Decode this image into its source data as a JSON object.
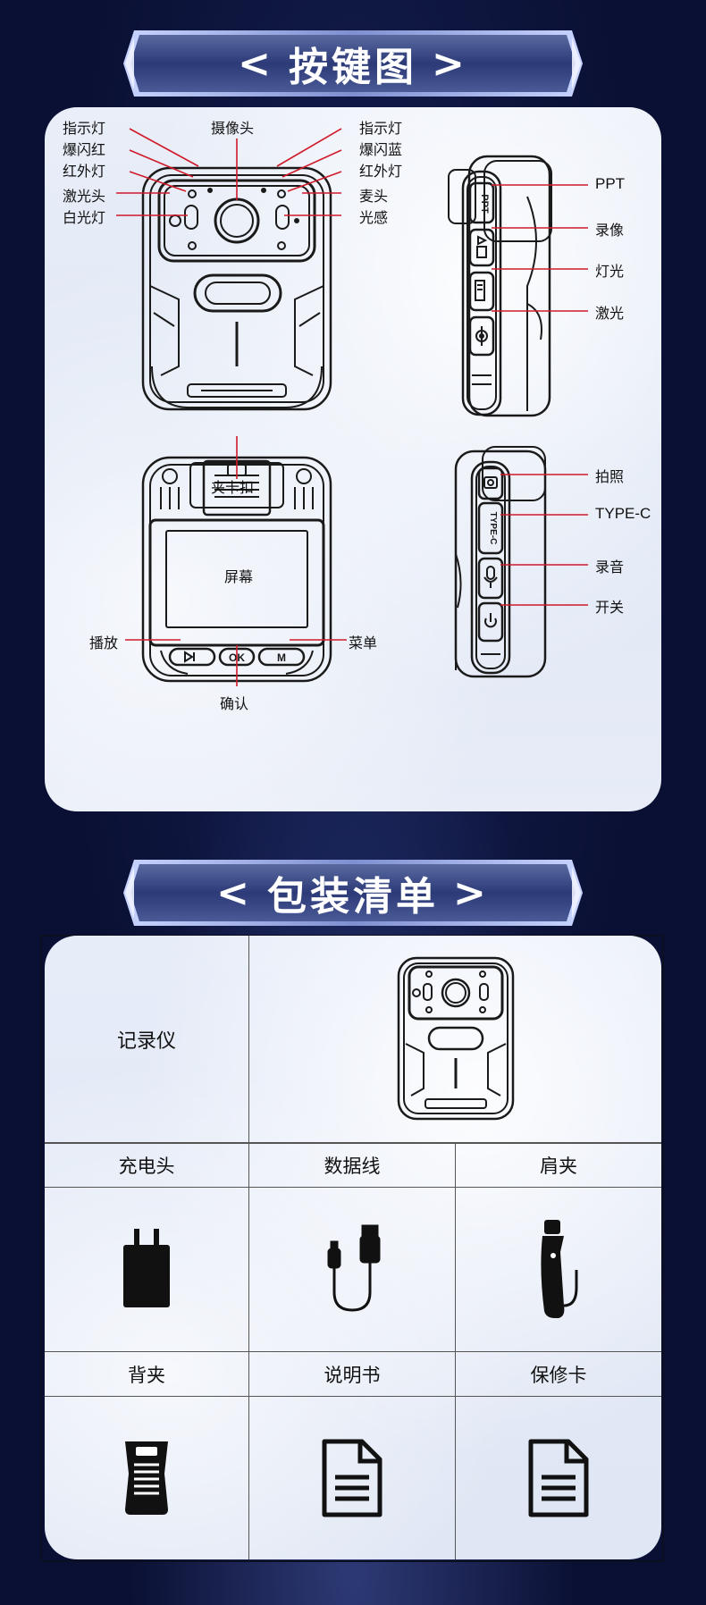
{
  "sections": {
    "buttons_title": "按键图",
    "package_title": "包装清单",
    "bracket_left": "<",
    "bracket_right": ">"
  },
  "front_labels": {
    "camera": "摄像头",
    "indicator_left": "指示灯",
    "flash_red": "爆闪红",
    "ir_left": "红外灯",
    "laser_head": "激光头",
    "white_light": "白光灯",
    "indicator_right": "指示灯",
    "flash_blue": "爆闪蓝",
    "ir_right": "红外灯",
    "mic": "麦头",
    "light_sensor": "光感"
  },
  "side1_labels": {
    "ppt": "PPT",
    "record_video": "录像",
    "lamp": "灯光",
    "laser": "激光"
  },
  "back_labels": {
    "clip_buckle": "夹卡扣",
    "screen": "屏幕",
    "play": "播放",
    "menu": "菜单",
    "confirm": "确认"
  },
  "side2_labels": {
    "photo": "拍照",
    "type_c": "TYPE-C",
    "record_audio": "录音",
    "power": "开关"
  },
  "device_button_marks": {
    "ok": "OK",
    "m": "M",
    "ppt": "PPT",
    "type_c": "TYPE-C"
  },
  "package": {
    "recorder": "记录仪",
    "charger": "充电头",
    "cable": "数据线",
    "shoulder_clip": "肩夹",
    "back_clip": "背夹",
    "manual": "说明书",
    "warranty": "保修卡"
  }
}
